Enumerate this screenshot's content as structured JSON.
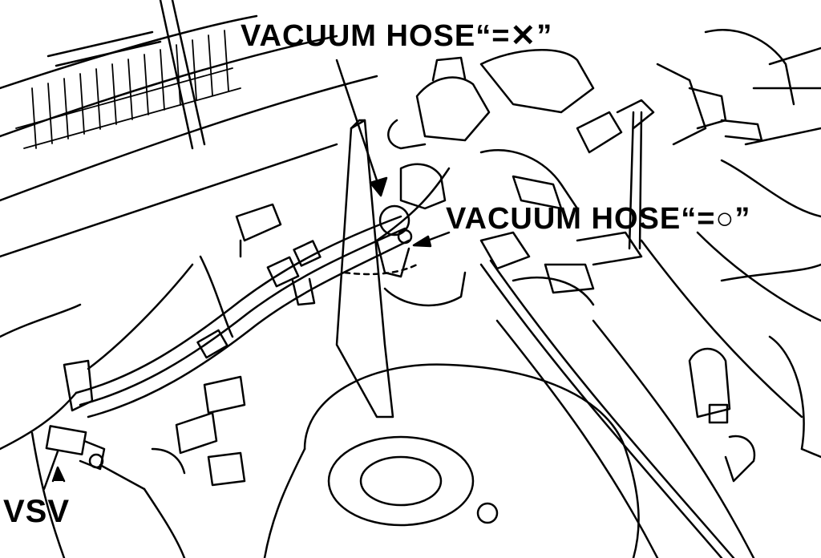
{
  "labels": {
    "vacuum_hose_top": "VACUUM HOSE“=✕”",
    "vacuum_hose_mid": "VACUUM HOSE“=○”",
    "vsv": "VSV"
  },
  "colors": {
    "ink": "#000000",
    "paper": "#ffffff"
  }
}
